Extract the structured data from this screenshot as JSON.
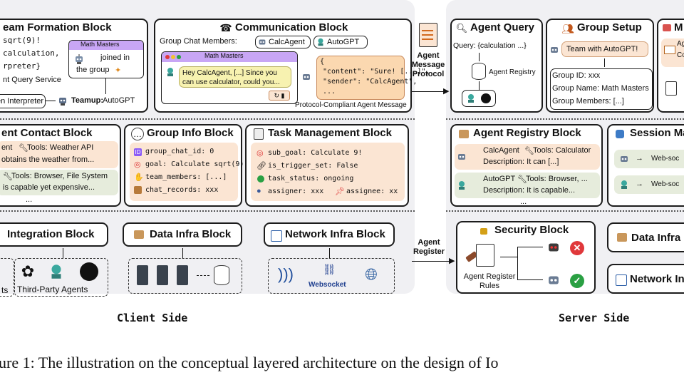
{
  "client": {
    "team_formation": {
      "title": "eam Formation Block",
      "line1": "sqrt(9)!",
      "line2": "calculation,",
      "line3": "rpreter}",
      "line4": "nt Query Service",
      "math_masters": "Math Masters",
      "joined": "joined in",
      "the_group": "the group",
      "open_interpreter": "en Interpreter",
      "teamup": "Teamup:",
      "autogpt": "AutoGPT"
    },
    "communication": {
      "title": "Communication Block",
      "members_label": "Group Chat Members:",
      "member1": "CalcAgent",
      "member2": "AutoGPT",
      "chat_title": "Math Masters",
      "message": "Hey CalcAgent, [...] Since you can use calculator, could you...",
      "json_open": "{",
      "content_line": "\"content\": \"Sure! [...]\",",
      "sender_line": "\"sender\": \"CalcAgent\",",
      "ellipsis": "...",
      "footer": "Protocol-Compliant Agent Message"
    },
    "contact": {
      "title": "ent Contact Block",
      "row1a": "ent",
      "row1b": "Tools: Weather API",
      "row1c": "obtains the weather from...",
      "row2a": "Tools: Browser, File System",
      "row2b": "is capable yet expensive...",
      "more": "..."
    },
    "group_info": {
      "title": "Group Info Block",
      "items": [
        "group_chat_id: 0",
        "goal: Calculate sqrt(9)!",
        "team_members: [...]",
        "chat_records: xxx"
      ]
    },
    "task": {
      "title": "Task Management Block",
      "sub_goal": "sub_goal: Calculate 9!",
      "trigger": "is_trigger_set: False",
      "status": "task_status: ongoing",
      "assigner": "assigner: xxx",
      "assignee": "assignee: xx"
    },
    "integration": {
      "title": "Integration Block",
      "cut_text": "ts",
      "third_party": "Third-Party Agents"
    },
    "data_infra": {
      "title": "Data Infra Block"
    },
    "network_infra": {
      "title": "Network Infra Block",
      "websocket": "Websocket"
    },
    "side_label": "Client Side"
  },
  "middle": {
    "protocol_label": "Agent Message Protocol",
    "register_label": "Agent Register"
  },
  "server": {
    "agent_query": {
      "title": "Agent Query",
      "query": "Query: {calculation ...}",
      "registry": "Agent Registry"
    },
    "group_setup": {
      "title": "Group Setup",
      "team": "Team with AutoGPT!",
      "group_id": "Group ID: xxx",
      "group_name": "Group Name: Math Masters",
      "group_members": "Group Members: [...]"
    },
    "message_cut": {
      "title": "M",
      "line1": "Ag",
      "line2": "Co"
    },
    "registry_block": {
      "title": "Agent Registry Block",
      "calc_name": "CalcAgent",
      "calc_tools": "Tools: Calculator",
      "calc_desc": "Description: It can [...]",
      "auto_name": "AutoGPT",
      "auto_tools": "Tools: Browser, ...",
      "auto_desc": "Description: It is capable...",
      "more": "..."
    },
    "session": {
      "title": "Session Ma",
      "item1": "Web-soc",
      "item2": "Web-soc"
    },
    "security": {
      "title": "Security Block",
      "rules": "Agent Register Rules"
    },
    "data_infra": {
      "title": "Data Infra"
    },
    "network_infra": {
      "title": "Network In"
    },
    "side_label": "Server Side"
  },
  "caption": "ure 1: The illustration on the conceptual layered architecture on the design of Io",
  "colors": {
    "panel": "#f0f0f3",
    "peach": "#fbe5d3",
    "green_tint": "#e6ecdc",
    "yellow_msg": "#f7f2b0",
    "orange_json": "#fbd8b0",
    "chat_purple": "#c8a6f5",
    "accept": "#2aa043",
    "reject": "#e0383b"
  }
}
